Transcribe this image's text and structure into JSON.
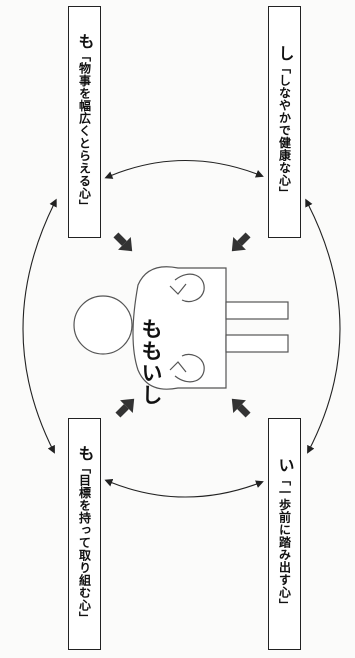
{
  "diagram": {
    "boxes": [
      {
        "lead": "も",
        "text": "「物事を幅広くとらえる心」"
      },
      {
        "lead": "し",
        "text": "「しなやかで健康な心」"
      },
      {
        "lead": "も",
        "text": "「目標を持って取り組む心」"
      },
      {
        "lead": "い",
        "text": "「一歩前に踏み出す心」"
      }
    ],
    "center_label": "ももいし"
  },
  "colors": {
    "ink": "#222222",
    "paper": "#ffffff"
  }
}
